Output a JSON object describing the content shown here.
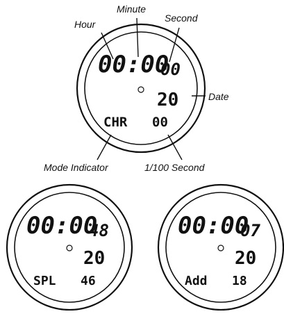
{
  "labels": {
    "hour": "Hour",
    "minute": "Minute",
    "second": "Second",
    "date": "Date",
    "mode_indicator": "Mode Indicator",
    "hundredth_second": "1/100 Second"
  },
  "watches": [
    {
      "time_main": "00:00",
      "time_sec": "00",
      "date": "20",
      "mode": "CHR",
      "mode_value": "00"
    },
    {
      "time_main": "00:00",
      "time_sec": "48",
      "date": "20",
      "mode": "SPL",
      "mode_value": "46"
    },
    {
      "time_main": "00:00",
      "time_sec": "07",
      "date": "20",
      "mode": "Add",
      "mode_value": "18"
    }
  ],
  "colors": {
    "ink": "#111111",
    "background": "#ffffff"
  }
}
